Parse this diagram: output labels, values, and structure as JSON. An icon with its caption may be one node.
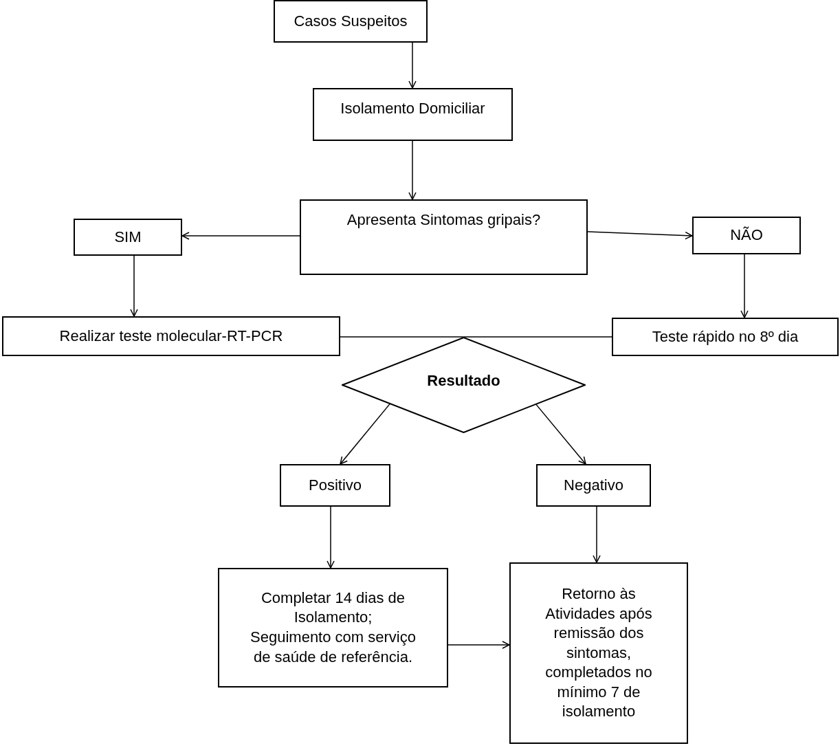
{
  "diagram": {
    "nodes": [
      {
        "text": [
          "Casos Suspeitos"
        ]
      },
      {
        "text": [
          "Isolamento Domiciliar"
        ]
      },
      {
        "text": [
          "Apresenta Sintomas gripais?"
        ]
      },
      {
        "text": [
          "SIM"
        ]
      },
      {
        "text": [
          "NÃO"
        ]
      },
      {
        "text": [
          "Realizar teste molecular-RT-PCR"
        ]
      },
      {
        "text": [
          "Teste rápido no 8º dia"
        ]
      },
      {
        "text": [
          "Resultado"
        ]
      },
      {
        "text": [
          "Positivo"
        ]
      },
      {
        "text": [
          "Negativo"
        ]
      },
      {
        "text": [
          "Completar 14 dias de Isolamento;",
          "Seguimento com serviço de saúde de referência."
        ]
      },
      {
        "text": [
          "Retorno às Atividades após remissão dos sintomas, completados no mínimo 7 de isolamento"
        ]
      }
    ],
    "edges": [
      {
        "from": 0,
        "to": 1,
        "arrow": "to"
      },
      {
        "from": 1,
        "to": 2,
        "arrow": "to"
      },
      {
        "from": 2,
        "to": 3,
        "arrow": "to"
      },
      {
        "from": 2,
        "to": 4,
        "arrow": "to"
      },
      {
        "from": 3,
        "to": 5,
        "arrow": "to"
      },
      {
        "from": 4,
        "to": 6,
        "arrow": "to"
      },
      {
        "from": 5,
        "to": 7,
        "arrow": "none"
      },
      {
        "from": 6,
        "to": 7,
        "arrow": "none"
      },
      {
        "from": 7,
        "to": 8,
        "arrow": "to"
      },
      {
        "from": 7,
        "to": 9,
        "arrow": "to"
      },
      {
        "from": 8,
        "to": 10,
        "arrow": "to"
      },
      {
        "from": 9,
        "to": 11,
        "arrow": "to"
      },
      {
        "from": 10,
        "to": 11,
        "arrow": "to"
      }
    ]
  }
}
